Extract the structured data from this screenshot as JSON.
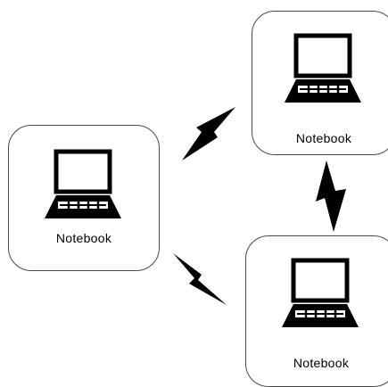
{
  "nodes": [
    {
      "id": "left",
      "label": "Notebook",
      "icon": "laptop-icon"
    },
    {
      "id": "top",
      "label": "Notebook",
      "icon": "laptop-icon"
    },
    {
      "id": "bottom",
      "label": "Notebook",
      "icon": "laptop-icon"
    }
  ],
  "connections": [
    {
      "from": "left",
      "to": "top",
      "icon": "lightning-bolt-icon"
    },
    {
      "from": "top",
      "to": "bottom",
      "icon": "lightning-bolt-icon"
    },
    {
      "from": "left",
      "to": "bottom",
      "icon": "lightning-bolt-icon"
    }
  ],
  "colors": {
    "stroke": "#000000",
    "border": "#4a4a4a",
    "background": "#ffffff"
  }
}
